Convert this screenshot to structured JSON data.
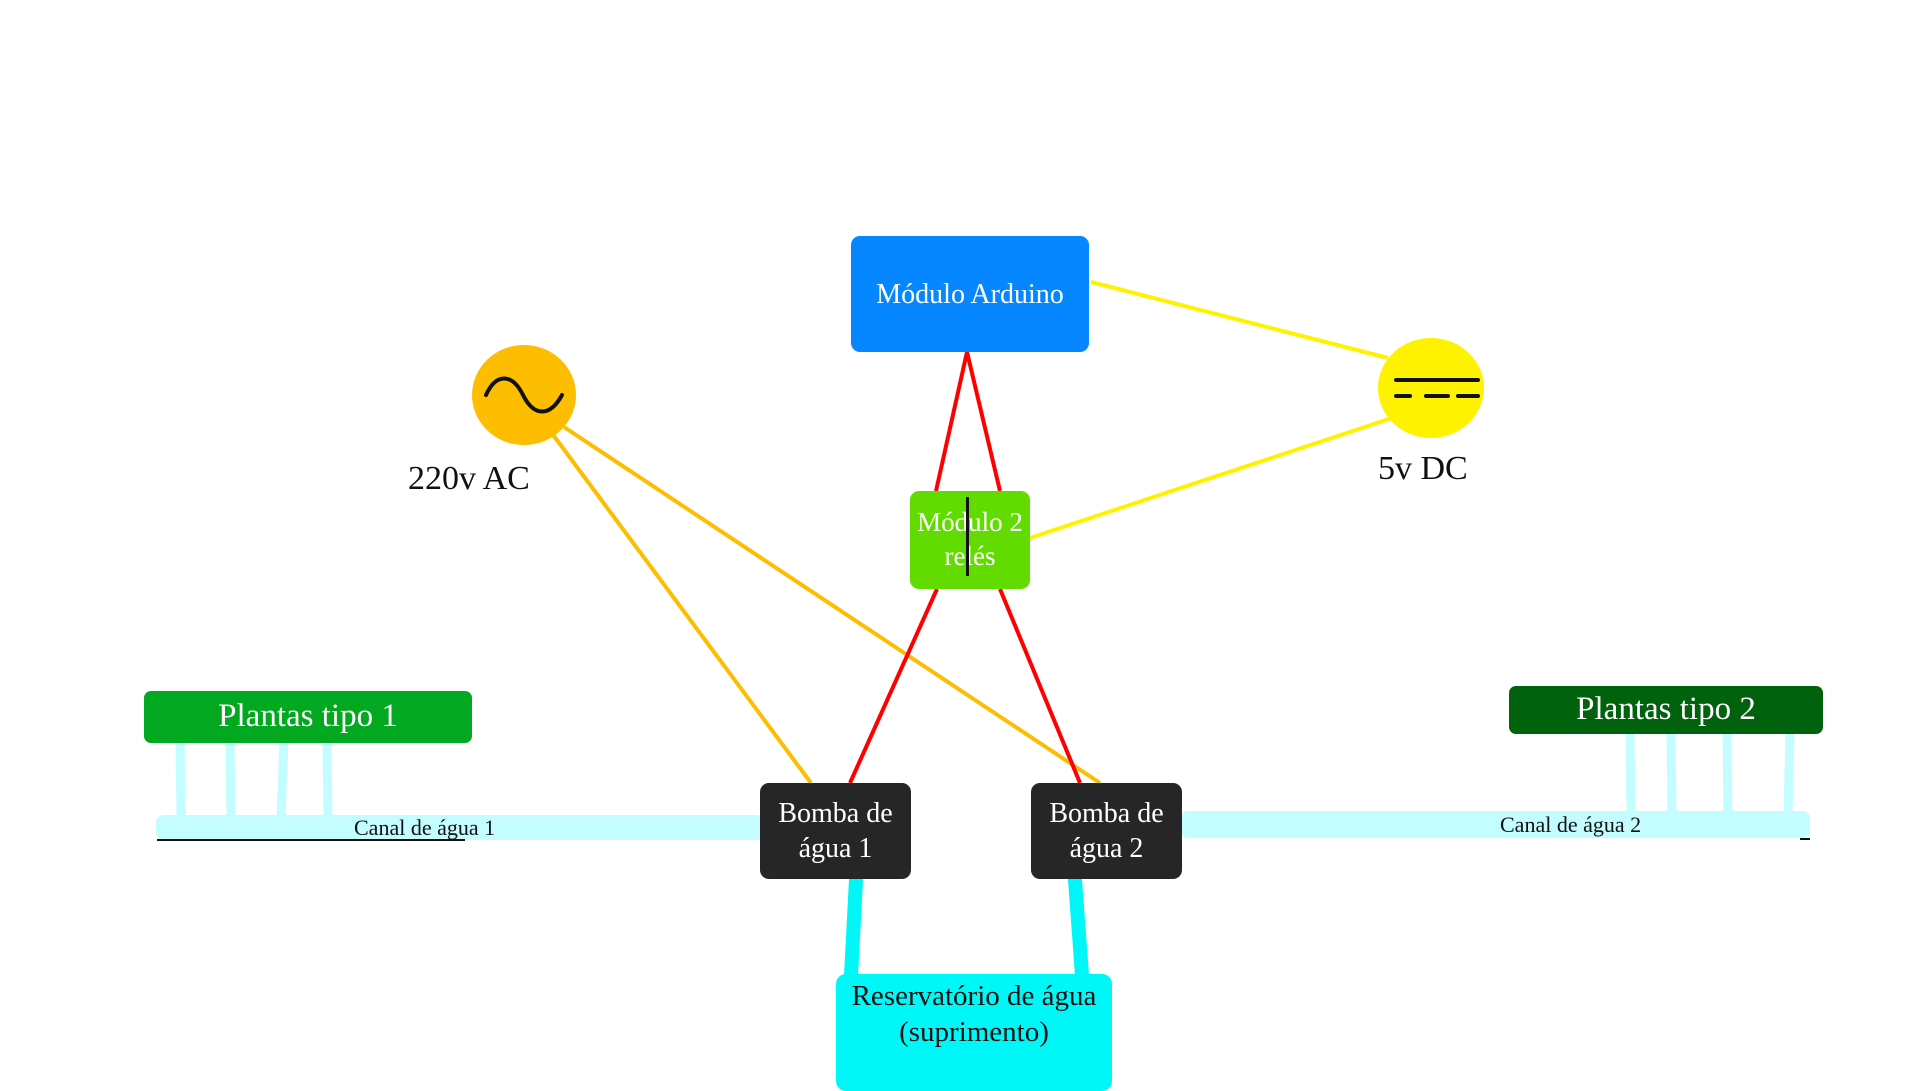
{
  "diagram": {
    "arduino": "Módulo Arduino",
    "rele": "Módulo 2 relés",
    "ac_label": "220v AC",
    "dc_label": "5v DC",
    "bomba1": "Bomba de água 1",
    "bomba2": "Bomba de água 2",
    "reservatorio": "Reservatório de água (suprimento)",
    "plantas1": "Plantas tipo 1",
    "plantas2": "Plantas tipo 2",
    "canal1": "Canal de água 1",
    "canal2": "Canal de água 2"
  },
  "colors": {
    "arduino": "#0787ff",
    "rele": "#62dc00",
    "bomba": "#262626",
    "reservatorio": "#00f7f7",
    "plantas1": "#01a820",
    "plantas2": "#00620d",
    "ac_source": "#fdbd00",
    "dc_source": "#fff200",
    "wire_ac": "#fdbd00",
    "wire_dc": "#fff200",
    "wire_signal": "#ff0000",
    "water": "#c4fdff",
    "water_supply": "#00f7f7"
  },
  "icons": {
    "ac_source": "sine-wave-icon",
    "dc_source": "dc-symbol-icon"
  }
}
